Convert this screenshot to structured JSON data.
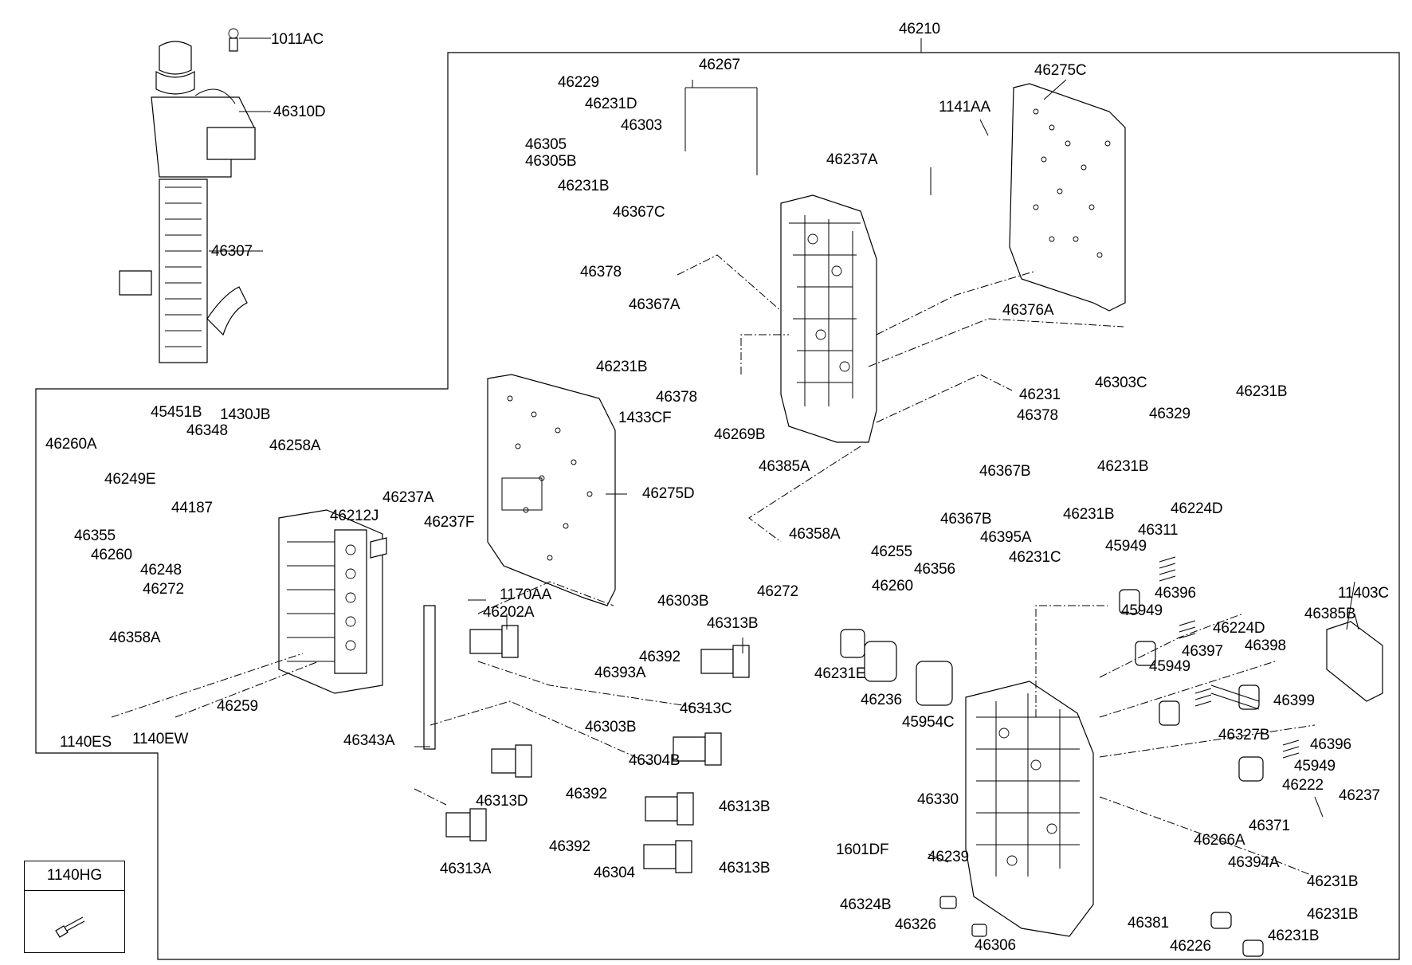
{
  "labels": {
    "p46210": "46210",
    "p1011AC": "1011AC",
    "p46310D": "46310D",
    "p46307": "46307",
    "p46229": "46229",
    "p46231D": "46231D",
    "p46303": "46303",
    "p46305": "46305",
    "p46305B": "46305B",
    "p46267": "46267",
    "p46275C": "46275C",
    "p1141AA": "1141AA",
    "p46237A_top": "46237A",
    "p46231B_a": "46231B",
    "p46367C": "46367C",
    "p46378_a": "46378",
    "p46367A": "46367A",
    "p46231B_b": "46231B",
    "p46378_b": "46378",
    "p46269B": "46269B",
    "p46385A": "46385A",
    "p46376A": "46376A",
    "p46231": "46231",
    "p46303C": "46303C",
    "p46329": "46329",
    "p46231B_c": "46231B",
    "p46378_c": "46378",
    "p46367B_a": "46367B",
    "p46231B_d": "46231B",
    "p46367B_b": "46367B",
    "p46231B_e": "46231B",
    "p46395A": "46395A",
    "p46231C": "46231C",
    "p46255": "46255",
    "p46356": "46356",
    "p46358A_mid": "46358A",
    "p46272_mid": "46272",
    "p46260_mid": "46260",
    "p1433CF": "1433CF",
    "p46275D": "46275D",
    "p45451B": "45451B",
    "p1430JB": "1430JB",
    "p46260A": "46260A",
    "p46348": "46348",
    "p46258A": "46258A",
    "p46249E": "46249E",
    "p46355": "46355",
    "p44187": "44187",
    "p46248": "46248",
    "p46260_left": "46260",
    "p46272_left": "46272",
    "p46358A_left": "46358A",
    "p46212J": "46212J",
    "p46237A_left": "46237A",
    "p46237F": "46237F",
    "p1170AA": "1170AA",
    "p46202A": "46202A",
    "p46303B_a": "46303B",
    "p46313B_a": "46313B",
    "p46392_a": "46392",
    "p46393A": "46393A",
    "p46303B_b": "46303B",
    "p46313C": "46313C",
    "p46304B": "46304B",
    "p46392_b": "46392",
    "p46313B_b": "46313B",
    "p46392_c": "46392",
    "p46304": "46304",
    "p46313B_c": "46313B",
    "p46313D": "46313D",
    "p46313A": "46313A",
    "p46343A": "46343A",
    "p46259": "46259",
    "p1140ES": "1140ES",
    "p1140EW": "1140EW",
    "p46224D_a": "46224D",
    "p46311": "46311",
    "p45949_a": "45949",
    "p46396_a": "46396",
    "p45949_b": "45949",
    "p46224D_b": "46224D",
    "p46397": "46397",
    "p46398": "46398",
    "p46399": "46399",
    "p45949_c": "45949",
    "p11403C": "11403C",
    "p46385B": "46385B",
    "p46231E": "46231E",
    "p46236": "46236",
    "p45954C": "45954C",
    "p46327B": "46327B",
    "p46396_b": "46396",
    "p45949_d": "45949",
    "p46222": "46222",
    "p46237": "46237",
    "p46371": "46371",
    "p46330": "46330",
    "p1601DF": "1601DF",
    "p46239": "46239",
    "p46266A": "46266A",
    "p46394A": "46394A",
    "p46231B_f": "46231B",
    "p46231B_g": "46231B",
    "p46324B": "46324B",
    "p46326": "46326",
    "p46306": "46306",
    "p46381": "46381",
    "p46226": "46226",
    "p46231B_h": "46231B"
  },
  "legend": {
    "title": "1140HG",
    "icon": "bolt-icon"
  }
}
